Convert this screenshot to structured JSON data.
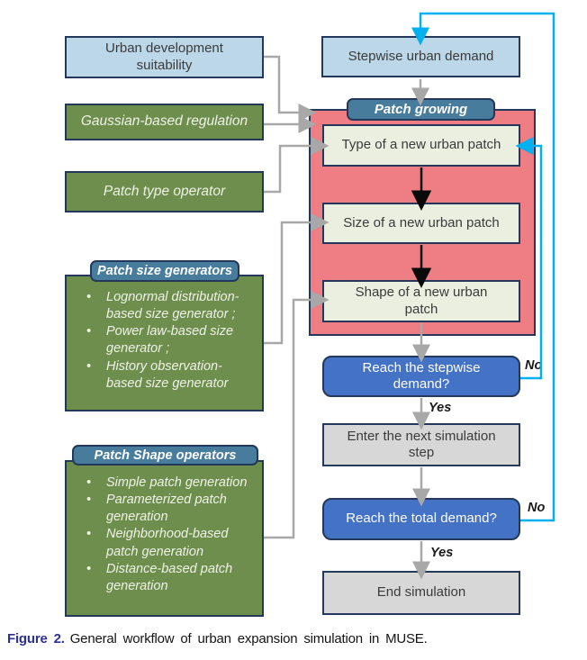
{
  "colors": {
    "light_blue_fill": "#BCD7E8",
    "green_fill": "#6E8E4E",
    "teal_header_fill": "#477C9C",
    "red_panel_fill": "#EE7D84",
    "cream_fill": "#EAEFDF",
    "decision_blue_fill": "#4472C4",
    "gray_box_fill": "#D7D7D7",
    "navy_border": "#24385B",
    "gray_line": "#A8A8A8",
    "cyan_line": "#00B0F0",
    "caption_accent": "#2E3192"
  },
  "nodes": {
    "urban_dev": {
      "label": "Urban development suitability"
    },
    "gaussian": {
      "label": "Gaussian-based regulation"
    },
    "patch_type_op": {
      "label": "Patch type operator"
    },
    "patch_size_gen": {
      "title": "Patch size generators",
      "items": [
        "Lognormal distribution-based size generator ;",
        "Power law-based size generator ;",
        "History observation- based size generator"
      ]
    },
    "patch_shape_op": {
      "title": "Patch Shape operators",
      "items": [
        "Simple patch generation",
        "Parameterized patch generation",
        "Neighborhood-based patch generation",
        "Distance-based patch generation"
      ]
    },
    "stepwise_demand": {
      "label": "Stepwise urban demand"
    },
    "patch_growing": {
      "label": "Patch growing"
    },
    "type_patch": {
      "label": "Type of a new urban patch"
    },
    "size_patch": {
      "label": "Size of a new urban patch"
    },
    "shape_patch": {
      "label": "Shape of a new urban patch"
    },
    "reach_stepwise": {
      "label": "Reach the stepwise demand?"
    },
    "enter_next": {
      "label": "Enter the next simulation step"
    },
    "reach_total": {
      "label": "Reach the total demand?"
    },
    "end_sim": {
      "label": "End simulation"
    }
  },
  "edge_labels": {
    "no_stepwise": "No",
    "yes_stepwise": "Yes",
    "no_total": "No",
    "yes_total": "Yes"
  },
  "caption": {
    "label": "Figure 2.",
    "text": "General workflow of urban expansion simulation in MUSE."
  }
}
